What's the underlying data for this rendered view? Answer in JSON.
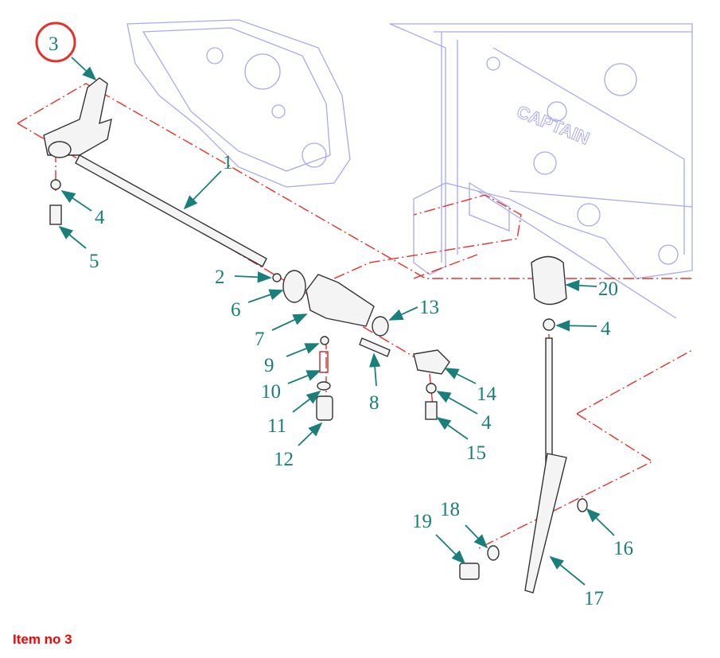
{
  "diagram": {
    "callouts": {
      "c1": "1",
      "c2": "2",
      "c3": "3",
      "c4a": "4",
      "c4b": "4",
      "c4c": "4",
      "c5": "5",
      "c6": "6",
      "c7": "7",
      "c8": "8",
      "c9": "9",
      "c10": "10",
      "c11": "11",
      "c12": "12",
      "c13": "13",
      "c14": "14",
      "c15": "15",
      "c16": "16",
      "c17": "17",
      "c18": "18",
      "c19": "19",
      "c20": "20"
    },
    "housing_brand": "CAPTAIN",
    "highlighted_item": "3"
  },
  "caption": "Item no 3",
  "colors": {
    "callout": "#1a7f7a",
    "highlight": "#e8302a",
    "caption": "#ff0000",
    "housing": "#a9a9f0"
  }
}
